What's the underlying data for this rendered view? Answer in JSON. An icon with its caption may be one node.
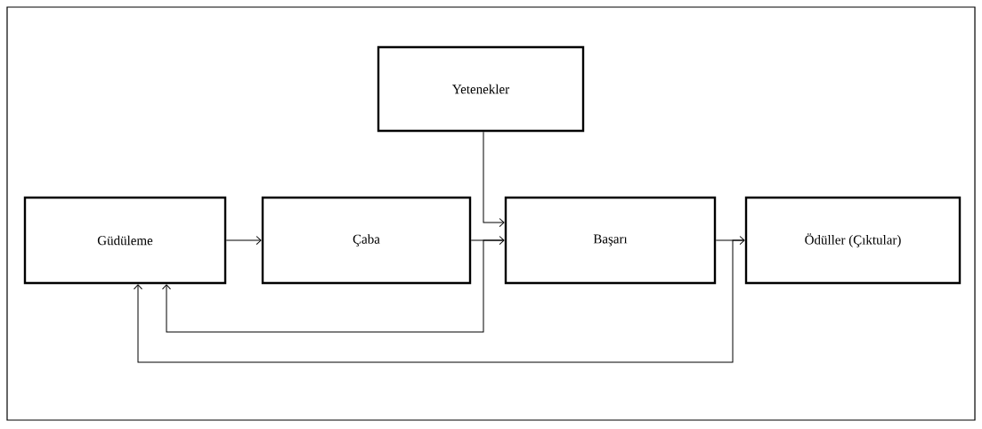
{
  "diagram": {
    "nodes": [
      {
        "text": [
          "Yetenekler"
        ]
      },
      {
        "text": [
          "Güdüleme"
        ]
      },
      {
        "text": [
          "Çaba"
        ]
      },
      {
        "text": [
          "Başarı"
        ]
      },
      {
        "text": [
          "Ödüller (Çıktular)"
        ]
      }
    ],
    "edges": [
      {
        "from": 0,
        "to": 3,
        "arrow": "to"
      },
      {
        "from": 1,
        "to": 2,
        "arrow": "to"
      },
      {
        "from": 2,
        "to": 3,
        "arrow": "to"
      },
      {
        "from": 3,
        "to": 4,
        "arrow": "to"
      },
      {
        "from": 3,
        "to": 1,
        "arrow": "to"
      },
      {
        "from": 4,
        "to": 1,
        "arrow": "to"
      }
    ]
  }
}
